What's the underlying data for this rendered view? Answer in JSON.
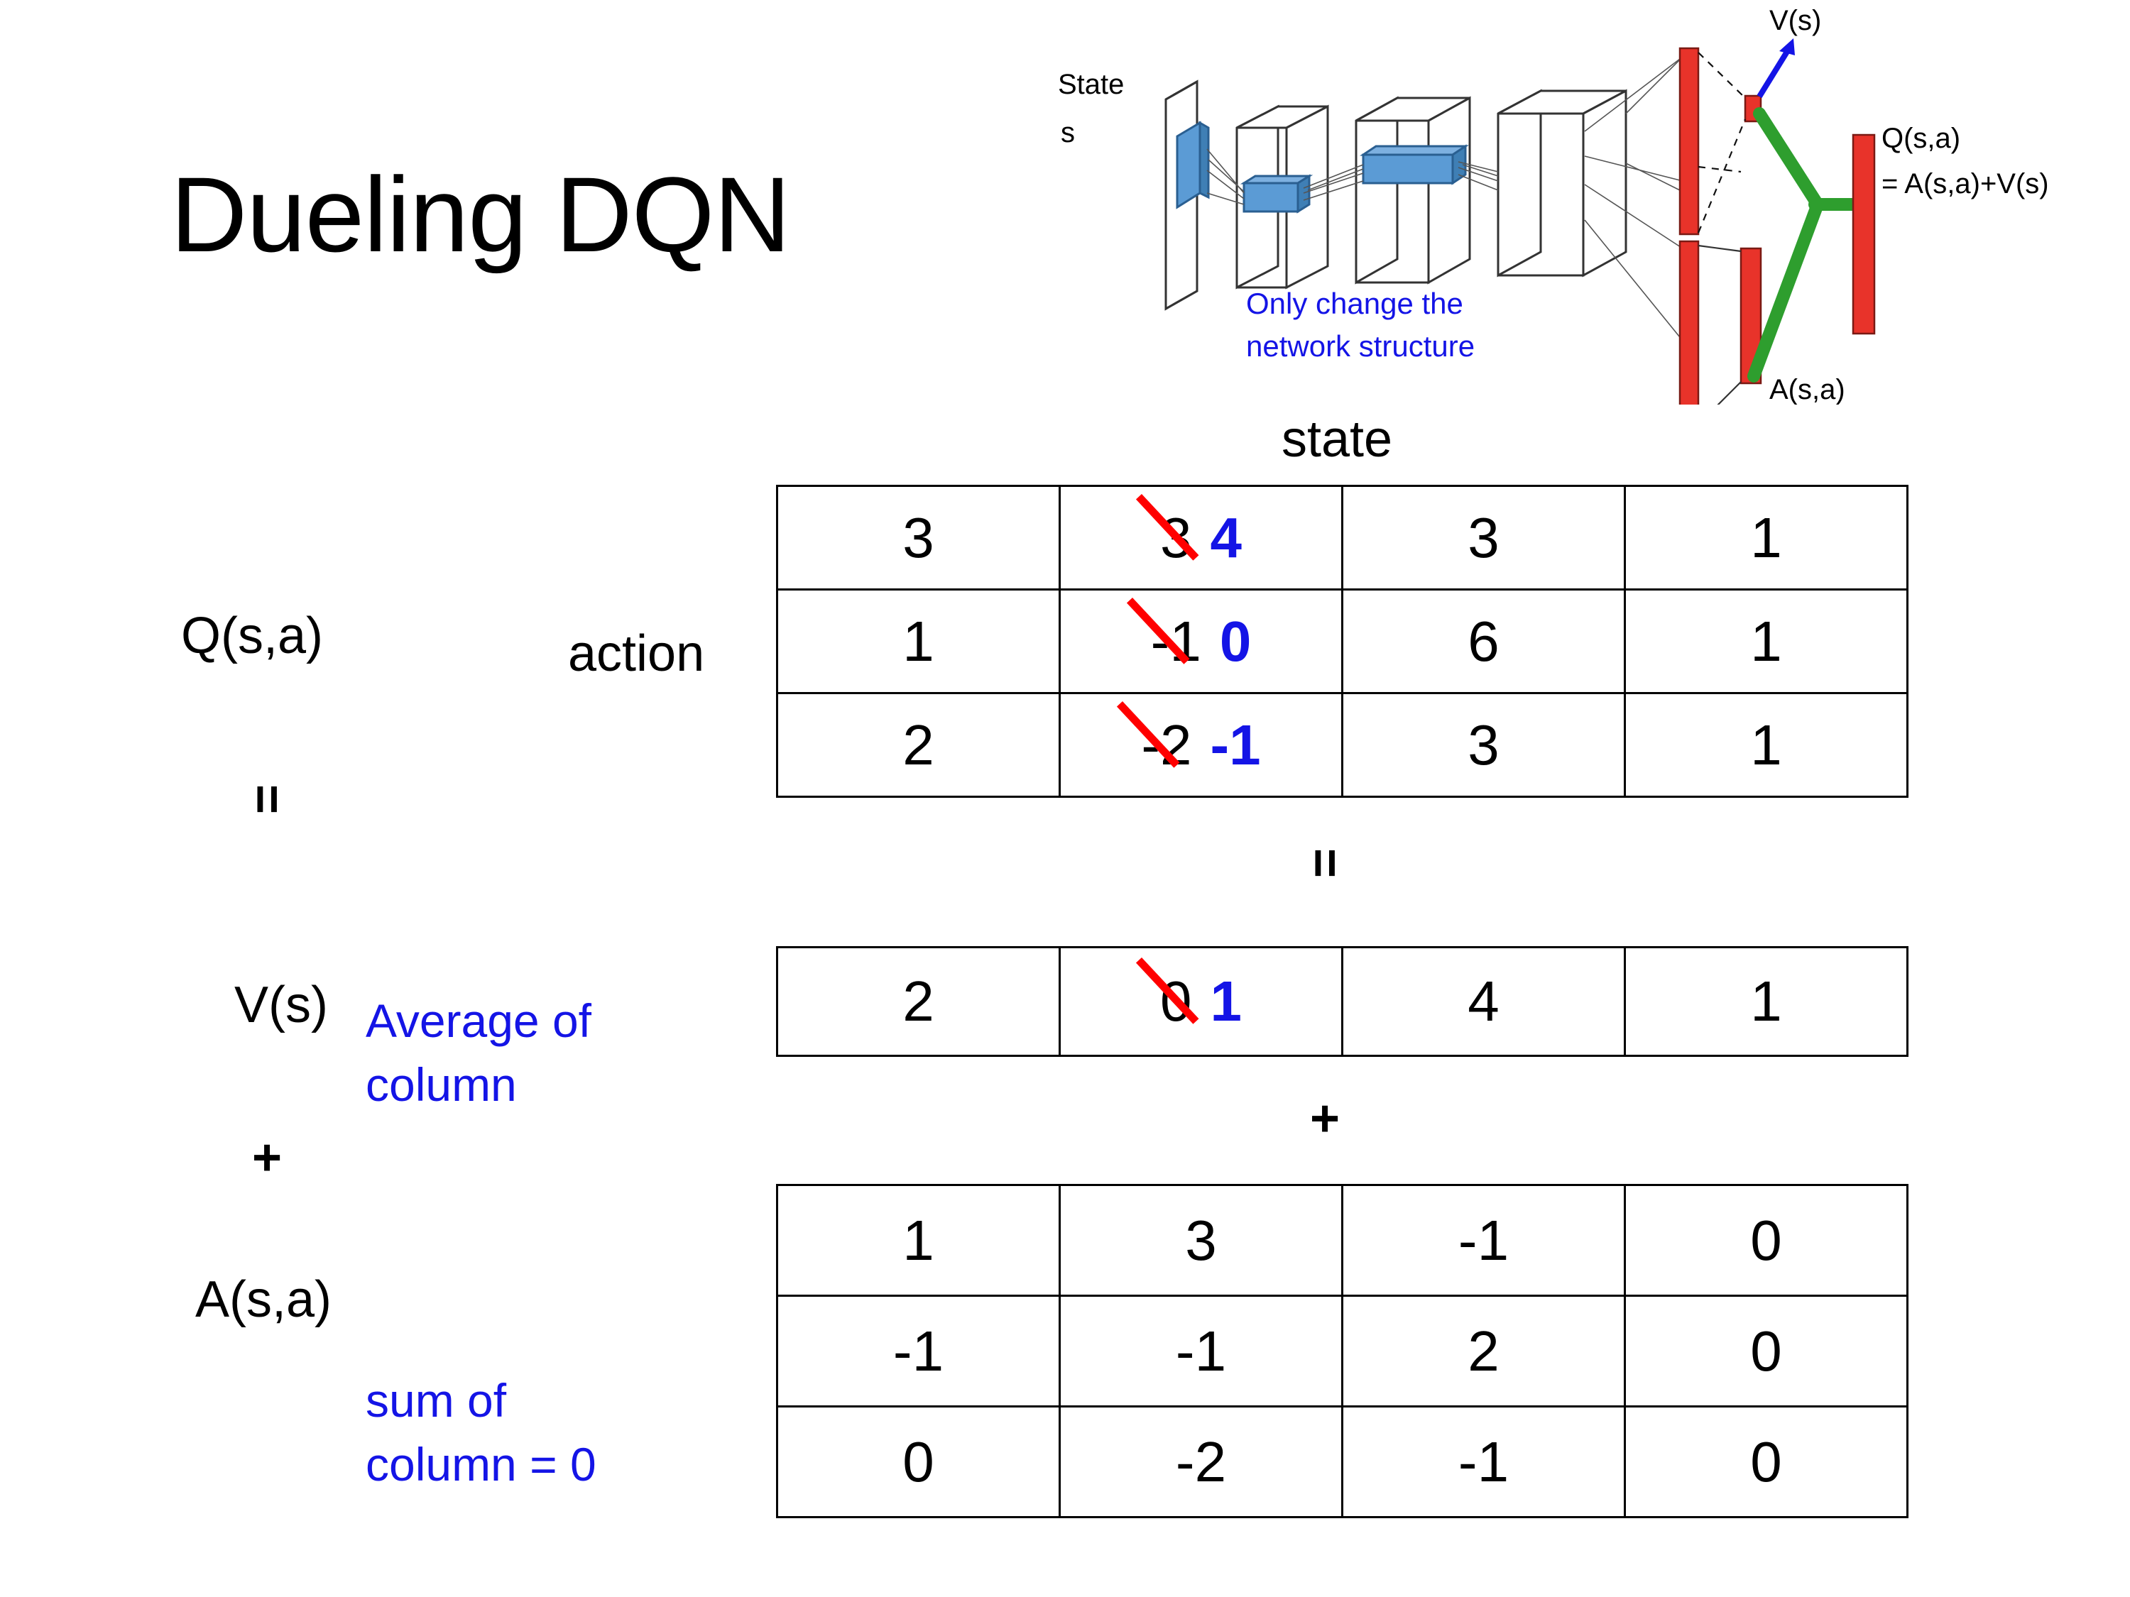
{
  "slide": {
    "title": "Dueling DQN"
  },
  "diagram": {
    "state_label_line1": "State",
    "state_label_line2": "s",
    "note_line1": "Only change the",
    "note_line2": "network structure",
    "value_label": "V(s)",
    "advantage_label": "A(s,a)",
    "q_label_line1": "Q(s,a)",
    "q_label_line2": "= A(s,a)+V(s)",
    "colors": {
      "blue_text": "#1414e6",
      "red_block": "#e8332a",
      "blue_block": "#5b9bd5",
      "green_link": "#2e9e2e"
    }
  },
  "labels": {
    "q_label": "Q(s,a)",
    "v_label": "V(s)",
    "a_label": "A(s,a)",
    "action_label": "action",
    "state_label": "state",
    "equals_top": "=",
    "equals_mid": "=",
    "plus_left": "+",
    "plus_mid": "+",
    "note_v_line1": "Average of",
    "note_v_line2": "column",
    "note_a_line1": "sum of",
    "note_a_line2": "column = 0"
  },
  "colors": {
    "accent_blue": "#1414e6",
    "strike_red": "#ff0000",
    "text_black": "#000000"
  },
  "chart_data": {
    "type": "table",
    "title": "Dueling DQN decomposition Q(s,a) = V(s) + A(s,a)",
    "xlabel": "state",
    "ylabel": "action",
    "tables": [
      {
        "name": "Q(s,a)",
        "rows": [
          [
            {
              "value": "3"
            },
            {
              "value": "3",
              "struck": true,
              "new_value": "4"
            },
            {
              "value": "3"
            },
            {
              "value": "1"
            }
          ],
          [
            {
              "value": "1"
            },
            {
              "value": "-1",
              "struck": true,
              "new_value": "0"
            },
            {
              "value": "6"
            },
            {
              "value": "1"
            }
          ],
          [
            {
              "value": "2"
            },
            {
              "value": "-2",
              "struck": true,
              "new_value": "-1"
            },
            {
              "value": "3"
            },
            {
              "value": "1"
            }
          ]
        ]
      },
      {
        "name": "V(s)",
        "rows": [
          [
            {
              "value": "2"
            },
            {
              "value": "0",
              "struck": true,
              "new_value": "1"
            },
            {
              "value": "4"
            },
            {
              "value": "1"
            }
          ]
        ]
      },
      {
        "name": "A(s,a)",
        "rows": [
          [
            {
              "value": "1"
            },
            {
              "value": "3"
            },
            {
              "value": "-1"
            },
            {
              "value": "0"
            }
          ],
          [
            {
              "value": "-1"
            },
            {
              "value": "-1"
            },
            {
              "value": "2"
            },
            {
              "value": "0"
            }
          ],
          [
            {
              "value": "0"
            },
            {
              "value": "-2"
            },
            {
              "value": "-1"
            },
            {
              "value": "0"
            }
          ]
        ]
      }
    ]
  }
}
